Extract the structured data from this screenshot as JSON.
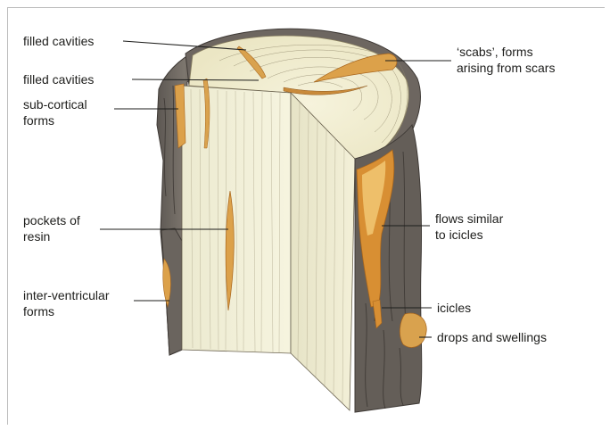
{
  "labels": {
    "filled_cavities_top": [
      "filled cavities"
    ],
    "filled_cavities_mid": [
      "filled cavities"
    ],
    "sub_cortical": [
      "sub-cortical",
      "forms"
    ],
    "pockets_of_resin": [
      "pockets of",
      "resin"
    ],
    "inter_ventricular": [
      "inter-ventricular",
      "forms"
    ],
    "scabs": [
      "‘scabs’, forms",
      "arising from scars"
    ],
    "flows": [
      "flows similar",
      "to icicles"
    ],
    "icicles": [
      "icicles"
    ],
    "drops": [
      "drops and swellings"
    ]
  },
  "colors": {
    "bark": "#6e6862",
    "wood": "#f1eed4",
    "resin": "#d9953a",
    "leader": "#1d1d1b"
  }
}
